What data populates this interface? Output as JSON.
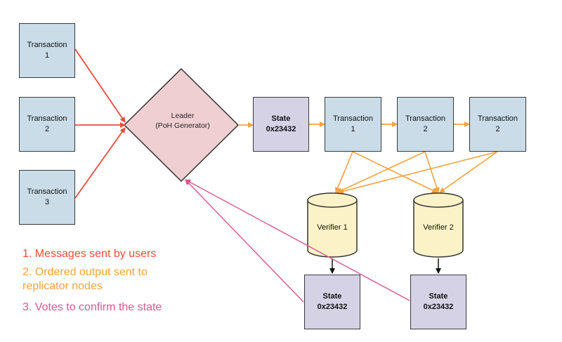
{
  "colors": {
    "messages": "#ee4a3a",
    "ordered": "#f5a23c",
    "votes": "#d9578f",
    "transaction_fill": "#c9dce8",
    "state_fill": "#d6d2e6",
    "leader_fill": "#f0cfd2",
    "verifier_fill": "#fbf3c7"
  },
  "inputs": [
    {
      "label": "Transaction\n1"
    },
    {
      "label": "Transaction\n2"
    },
    {
      "label": "Transaction\n3"
    }
  ],
  "leader": {
    "label": "Leader\n(PoH Generator)"
  },
  "chain": [
    {
      "label": "State\n0x23432"
    },
    {
      "label": "Transaction\n1"
    },
    {
      "label": "Transaction\n2"
    },
    {
      "label": "Transaction\n2"
    }
  ],
  "verifiers": [
    {
      "label": "Verifier 1",
      "state": "State\n0x23432"
    },
    {
      "label": "Verifier 2",
      "state": "State\n0x23432"
    }
  ],
  "legend": [
    {
      "text": "1. Messages sent by users"
    },
    {
      "text": "2. Ordered output sent to\nreplicator nodes"
    },
    {
      "text": "3. Votes to confirm the state"
    }
  ]
}
